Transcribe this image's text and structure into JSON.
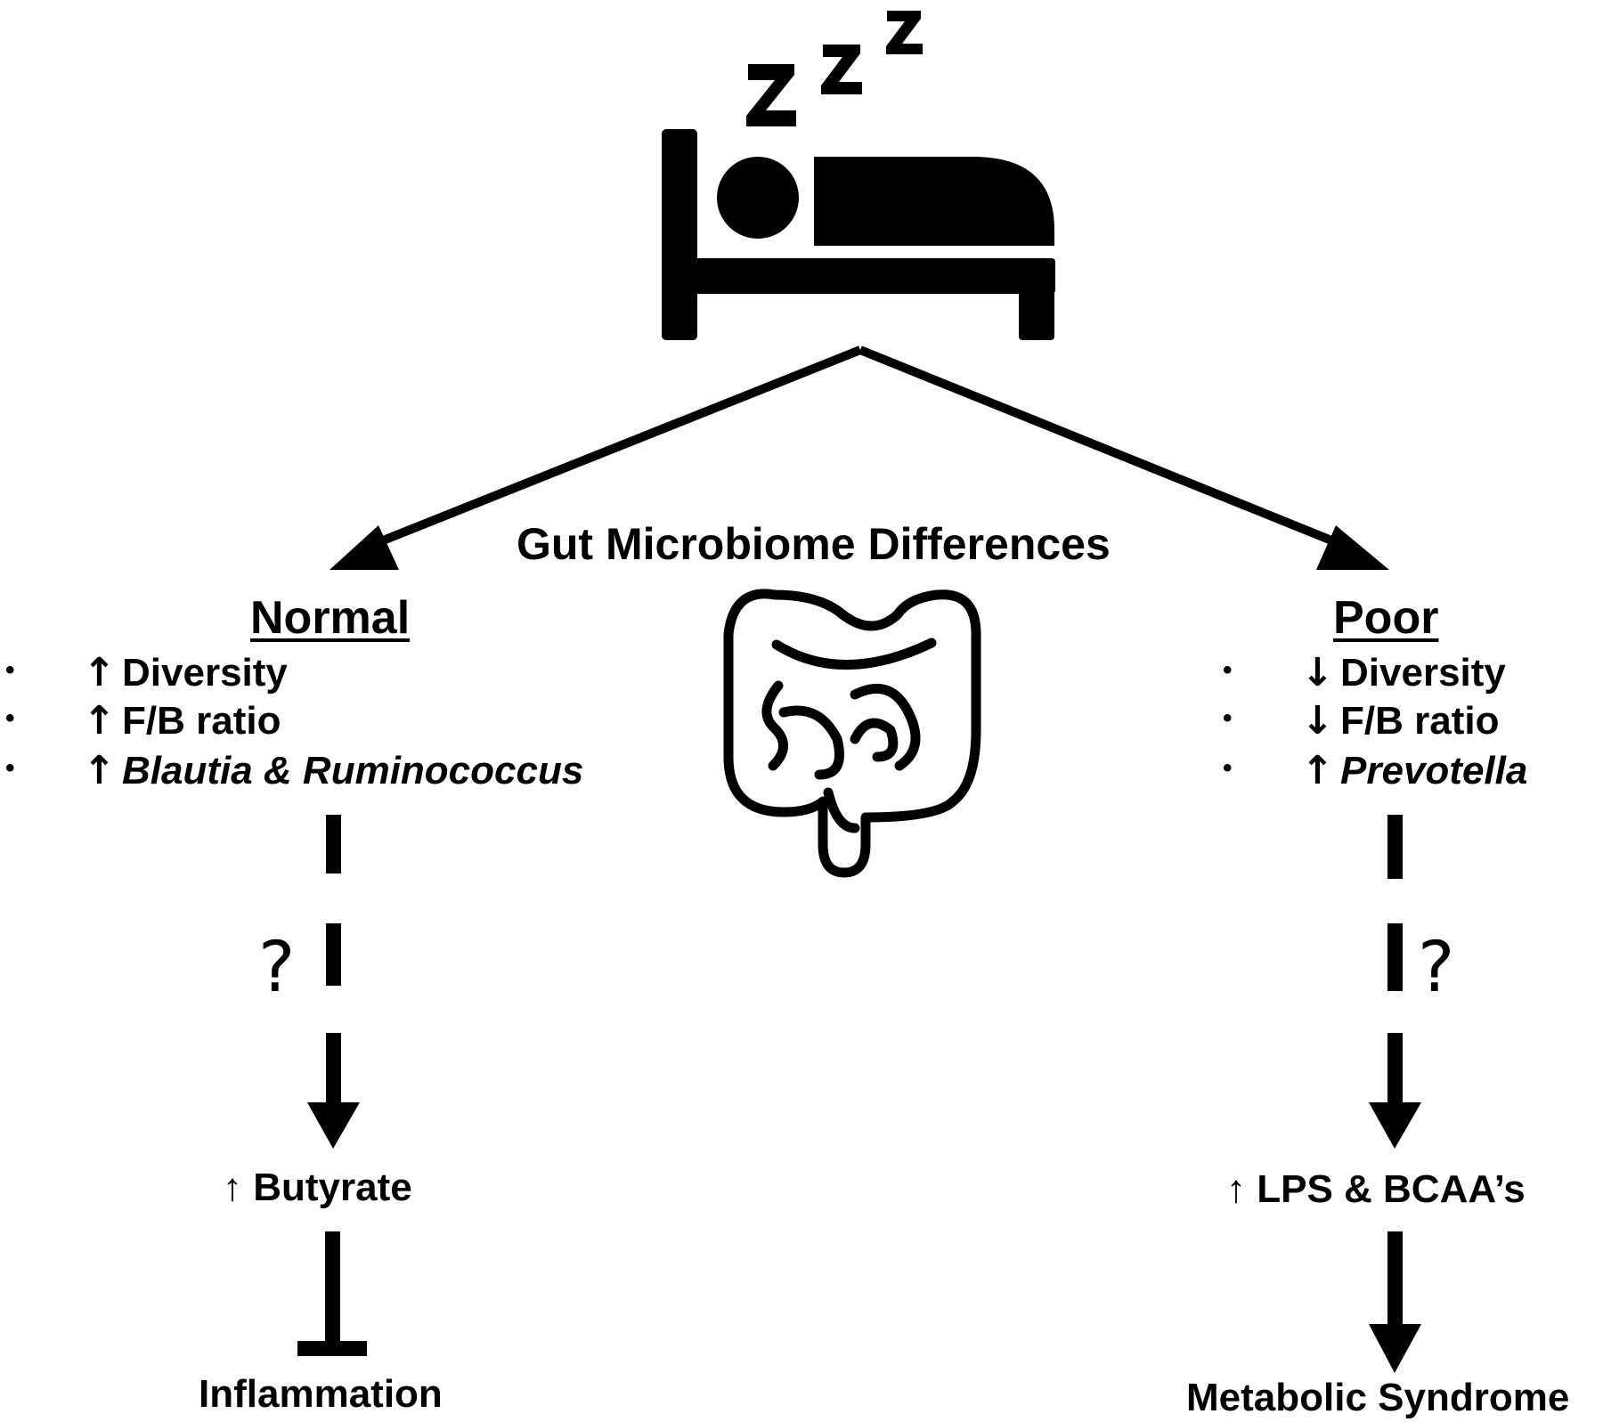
{
  "title": "Gut Microbiome Differences",
  "normal": {
    "heading": "Normal",
    "items": [
      {
        "arrow": "↑",
        "text": "Diversity",
        "italic": false
      },
      {
        "arrow": "↑",
        "text": "F/B ratio",
        "italic": false
      },
      {
        "arrow": "↑",
        "text": "Blautia & Ruminococcus",
        "italic": true
      }
    ],
    "question": "?",
    "result": "↑ Butyrate",
    "outcome": "Inflammation"
  },
  "poor": {
    "heading": "Poor",
    "items": [
      {
        "arrow": "↓",
        "text": "Diversity",
        "italic": false
      },
      {
        "arrow": "↓",
        "text": "F/B ratio",
        "italic": false
      },
      {
        "arrow": "↑",
        "text": "Prevotella",
        "italic": true
      }
    ],
    "question": "?",
    "result": "↑ LPS & BCAA’s",
    "outcome": "Metabolic Syndrome"
  },
  "icons": [
    "sleeping-bed-icon",
    "sleep-zzz-icon",
    "intestine-icon"
  ]
}
